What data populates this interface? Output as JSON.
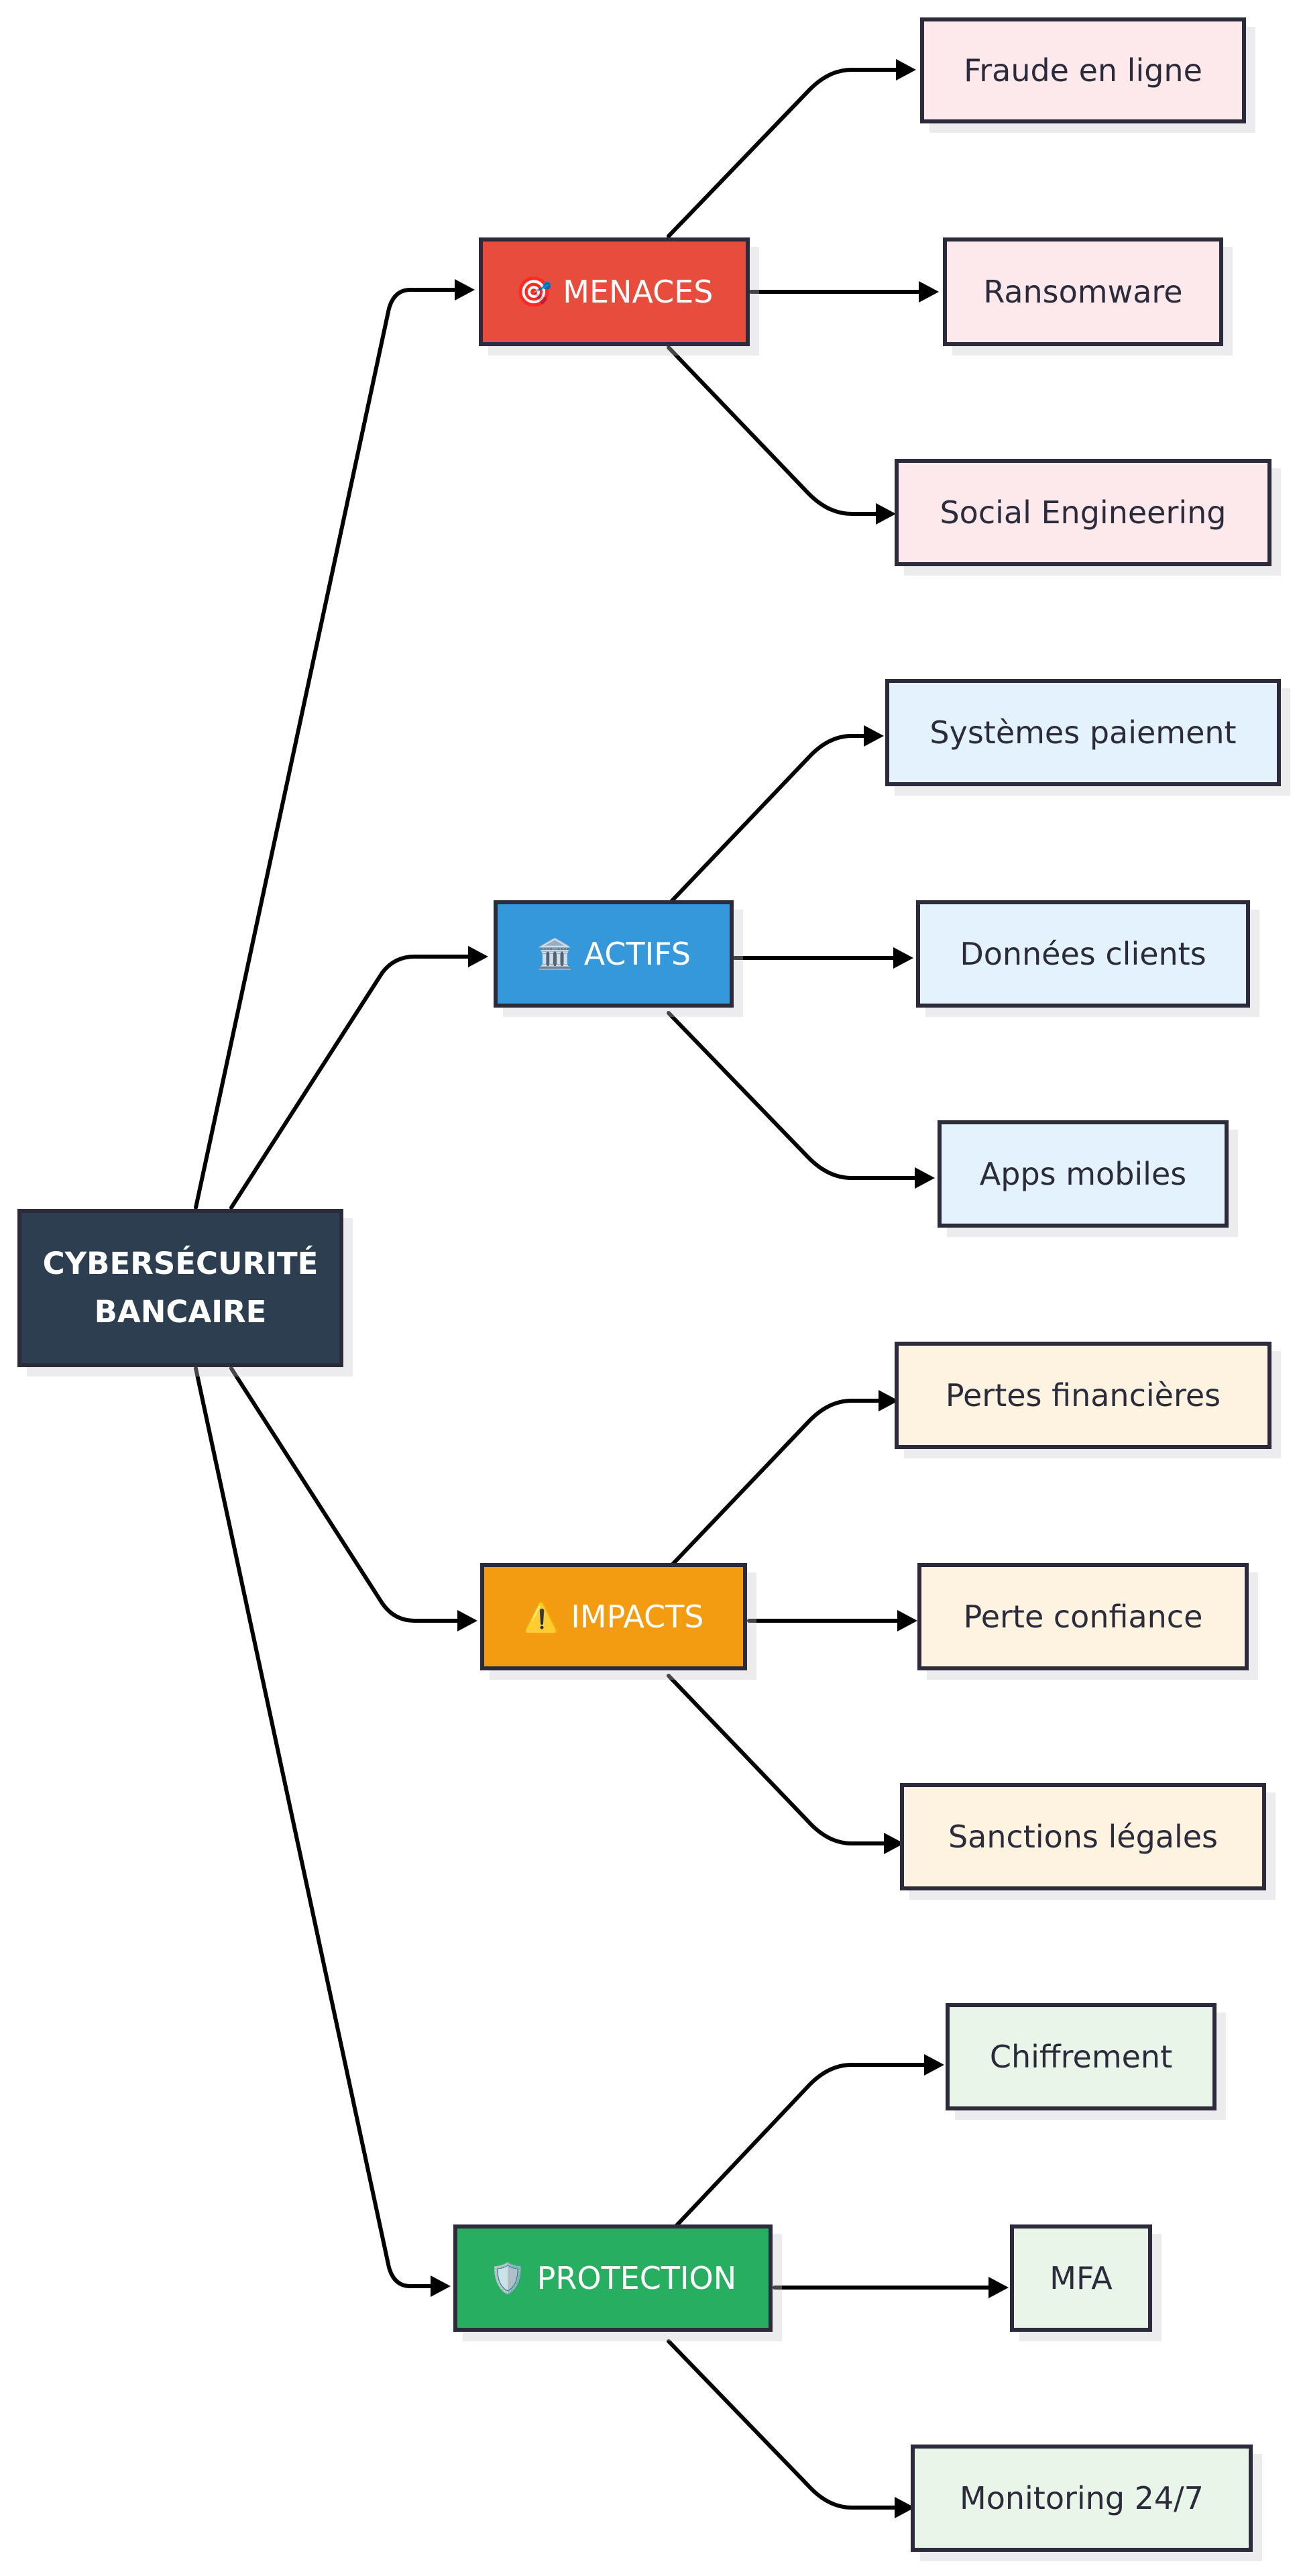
{
  "root": {
    "line1": "CYBERSÉCURITÉ",
    "line2": "BANCAIRE",
    "color": "#2c3e50"
  },
  "categories": [
    {
      "id": "menaces",
      "icon": "🎯",
      "icon_name": "target-icon",
      "label": "MENACES",
      "color": "#e74c3c",
      "leaf_color": "#fde8ec",
      "leaves": [
        "Fraude en ligne",
        "Ransomware",
        "Social Engineering"
      ]
    },
    {
      "id": "actifs",
      "icon": "🏛️",
      "icon_name": "bank-icon",
      "label": "ACTIFS",
      "color": "#3498db",
      "leaf_color": "#e3f2fc",
      "leaves": [
        "Systèmes paiement",
        "Données clients",
        "Apps mobiles"
      ]
    },
    {
      "id": "impacts",
      "icon": "⚠️",
      "icon_name": "warning-icon",
      "label": "IMPACTS",
      "color": "#f39c12",
      "leaf_color": "#fef3e0",
      "leaves": [
        "Pertes financières",
        "Perte confiance",
        "Sanctions légales"
      ]
    },
    {
      "id": "protection",
      "icon": "🛡️",
      "icon_name": "shield-icon",
      "label": "PROTECTION",
      "color": "#27ae60",
      "leaf_color": "#e9f5e9",
      "leaves": [
        "Chiffrement",
        "MFA",
        "Monitoring 24/7"
      ]
    }
  ]
}
